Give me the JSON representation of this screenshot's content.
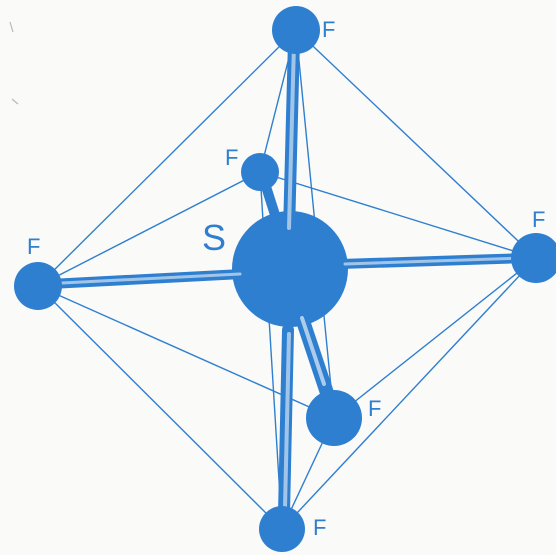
{
  "molecule": {
    "central_atom": {
      "label": "S"
    },
    "ligands": [
      {
        "id": "top",
        "label": "F"
      },
      {
        "id": "back",
        "label": "F"
      },
      {
        "id": "right",
        "label": "F"
      },
      {
        "id": "left",
        "label": "F"
      },
      {
        "id": "front",
        "label": "F"
      },
      {
        "id": "bottom",
        "label": "F"
      }
    ]
  },
  "colors": {
    "atom": "#2f7fd0",
    "background": "#fafaf8"
  }
}
